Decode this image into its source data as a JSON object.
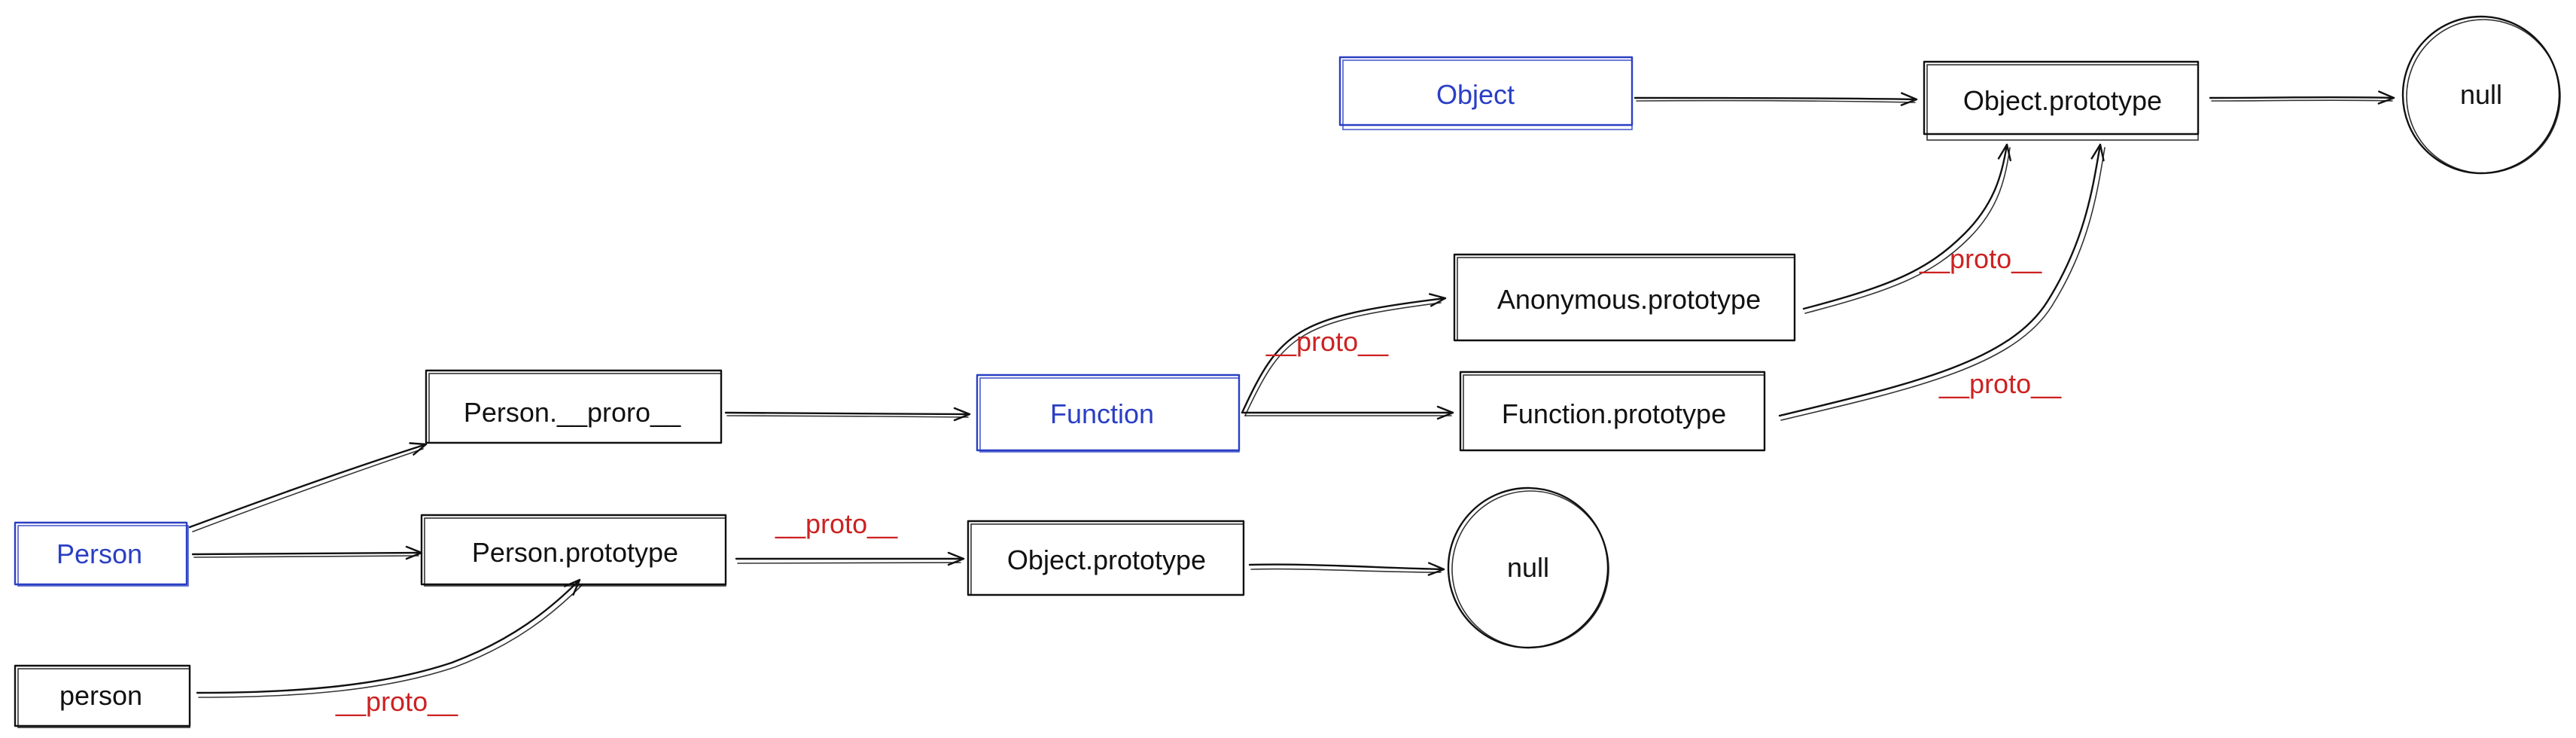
{
  "nodes": {
    "object": {
      "label": "Object",
      "color": "#2a3fc4"
    },
    "object_proto_top": {
      "label": "Object.prototype"
    },
    "null_top": {
      "label": "null"
    },
    "anonymous_proto": {
      "label": "Anonymous.prototype"
    },
    "person_proro": {
      "label": "Person.__proro__"
    },
    "function": {
      "label": "Function",
      "color": "#2a3fc4"
    },
    "function_proto": {
      "label": "Function.prototype"
    },
    "person": {
      "label": "Person",
      "color": "#2a3fc4"
    },
    "person_proto": {
      "label": "Person.prototype"
    },
    "object_proto_bottom": {
      "label": "Object.prototype"
    },
    "null_bottom": {
      "label": "null"
    },
    "person_instance": {
      "label": "person"
    }
  },
  "edge_labels": {
    "function_to_anonymous": "__proto__",
    "anonymous_to_object": "__proto__",
    "function_proto_to_object": "__proto__",
    "personproto_to_object": "__proto__",
    "person_to_personproto": "__proto__"
  },
  "colors": {
    "stroke": "#111111",
    "blue": "#2a3fc4",
    "label_red": "#cc2222"
  }
}
